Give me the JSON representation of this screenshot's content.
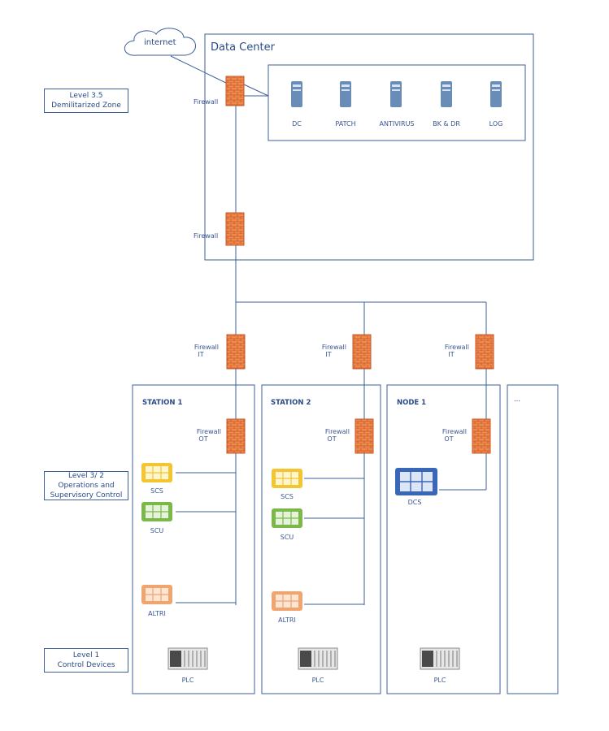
{
  "levels": {
    "l35": "Level 3.5 Demilitarized Zone",
    "l35_line1": "Level 3.5",
    "l35_line2": "Demilitarized Zone",
    "l32_line1": "Level 3/ 2",
    "l32_line2": "Operations and",
    "l32_line3": "Supervisory Control",
    "l1_line1": "Level 1",
    "l1_line2": "Control Devices"
  },
  "cloud": "internet",
  "datacenter": {
    "title": "Data Center",
    "servers": [
      "DC",
      "PATCH",
      "ANTIVIRUS",
      "BK & DR",
      "LOG"
    ],
    "firewall_top": "Firewall",
    "firewall_bottom": "Firewall"
  },
  "firewalls_it": [
    {
      "line1": "Firewall",
      "line2": "IT"
    },
    {
      "line1": "Firewall",
      "line2": "IT"
    },
    {
      "line1": "Firewall",
      "line2": "IT"
    }
  ],
  "stations": [
    {
      "title": "STATION 1",
      "fw_line1": "Firewall",
      "fw_line2": "OT",
      "devices": [
        "SCS",
        "SCU",
        "ALTRI"
      ],
      "plc": "PLC"
    },
    {
      "title": "STATION 2",
      "fw_line1": "Firewall",
      "fw_line2": "OT",
      "devices": [
        "SCS",
        "SCU",
        "ALTRI"
      ],
      "plc": "PLC"
    },
    {
      "title": "NODE 1",
      "fw_line1": "Firewall",
      "fw_line2": "OT",
      "devices": [
        "DCS"
      ],
      "plc": "PLC"
    }
  ],
  "extra_box_label": "...",
  "colors": {
    "line": "#3d5f9a",
    "firewall": "#e8753a",
    "scs": "#f2c531",
    "scu": "#7bb84a",
    "altri": "#f0a46e",
    "dcs": "#3a66b8",
    "server": "#5b7fa8"
  }
}
